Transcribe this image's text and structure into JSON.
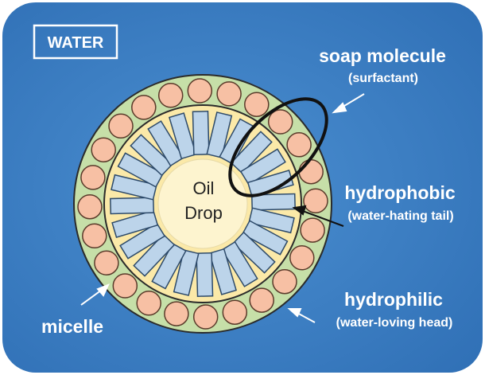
{
  "colors": {
    "water_background": "#2f6fb5",
    "water_background_light": "#4b8fd1",
    "outer_ring": "#c6dfa8",
    "inner_core": "#fbe9a8",
    "oil_center": "#fdf4cf",
    "tail_fill": "#bcd4ea",
    "tail_stroke": "#2d4a6a",
    "head_fill": "#f7c0a4",
    "head_stroke": "#5a3a2a",
    "outline": "#2b2b2b",
    "highlight_ellipse": "#111111",
    "label_text": "#ffffff"
  },
  "diagram": {
    "water_label": "WATER",
    "oil_line1": "Oil",
    "oil_line2": "Drop",
    "molecule_count": 24,
    "labels": {
      "soap_title": "soap molecule",
      "soap_sub": "(surfactant)",
      "hydrophobic_title": "hydrophobic",
      "hydrophobic_sub": "(water-hating tail)",
      "hydrophilic_title": "hydrophilic",
      "hydrophilic_sub": "(water-loving head)",
      "micelle": "micelle"
    }
  }
}
